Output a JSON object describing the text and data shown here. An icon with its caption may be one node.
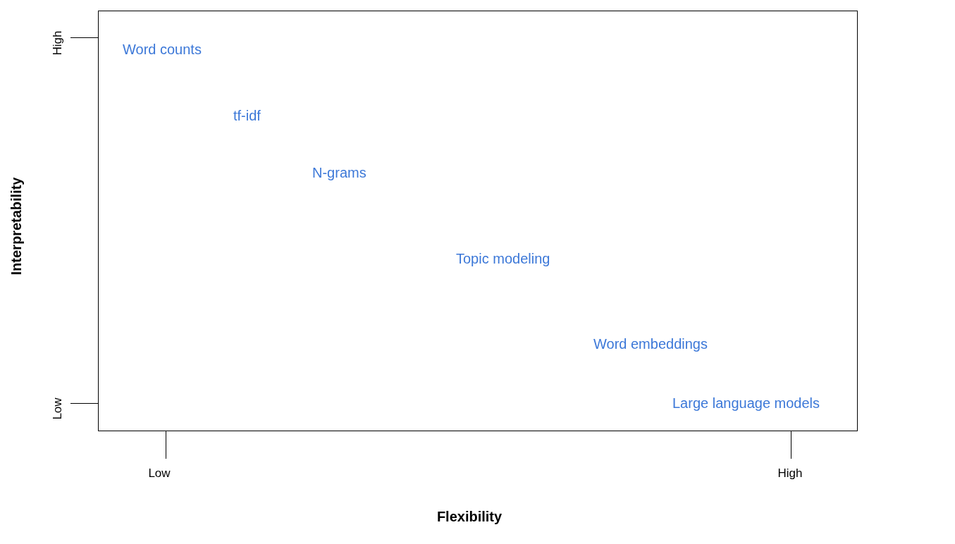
{
  "diagram": {
    "labels": [
      "High",
      "Word counts",
      "tf-idf",
      "N-grams",
      "Interpretability",
      "Topic modeling",
      "Word embeddings",
      "Low",
      "Large language models",
      "Low",
      "High",
      "Flexibility"
    ]
  }
}
